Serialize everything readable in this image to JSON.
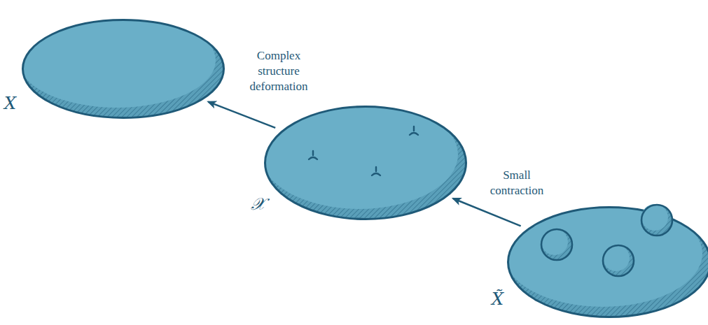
{
  "diagram": {
    "nodes": [
      {
        "text": [
          "X"
        ]
      },
      {
        "text": [
          "𝒳"
        ]
      },
      {
        "text": [
          "X̃"
        ]
      }
    ],
    "edges": [
      {
        "from": 1,
        "to": 0,
        "arrow": "to",
        "label": "Complex structure deformation"
      },
      {
        "from": 2,
        "to": 1,
        "arrow": "to",
        "label": "Small contraction"
      }
    ]
  }
}
